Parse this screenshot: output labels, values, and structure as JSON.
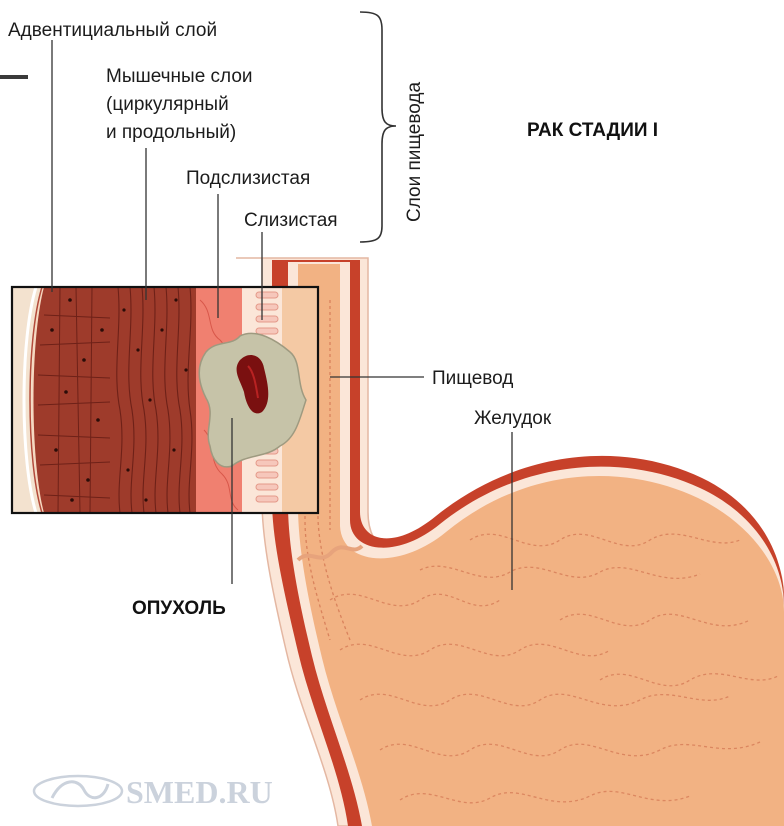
{
  "labels": {
    "adventitia": "Адвентициальный слой",
    "muscle_line1": "Мышечные слои",
    "muscle_line2": "(циркулярный",
    "muscle_line3": "и продольный)",
    "submucosa": "Подслизистая",
    "mucosa": "Слизистая",
    "layers_group": "Слои пищевода",
    "stage_title": "РАК СТАДИИ I",
    "esophagus": "Пищевод",
    "stomach": "Желудок",
    "tumor": "ОПУХОЛЬ"
  },
  "watermark": {
    "text": "SMED.RU"
  },
  "colors": {
    "organ_fill": "#f2b283",
    "organ_wall": "#c7412a",
    "organ_rim": "#fbe6d8",
    "muscle": "#9e3b2b",
    "submucosa": "#f08070",
    "tumor": "#c6c3a8",
    "tumor_core": "#7a1010",
    "watermark": "#c9d0db"
  }
}
